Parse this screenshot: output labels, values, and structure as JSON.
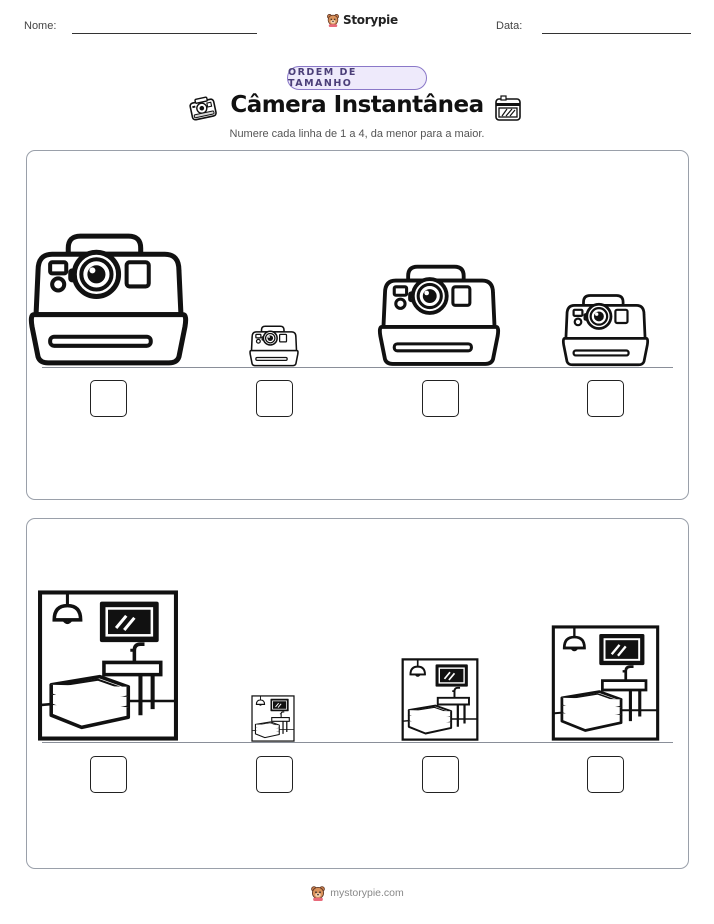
{
  "header": {
    "name_label": "Nome:",
    "date_label": "Data:",
    "brand": "Storypie"
  },
  "badge": "ORDEM DE TAMANHO",
  "title": "Câmera Instantânea",
  "subtitle": "Numere cada linha de 1 a 4, da menor para a maior.",
  "rows": [
    {
      "subject": "instant-camera",
      "items": [
        {
          "relative_size": 1.0
        },
        {
          "relative_size": 0.31
        },
        {
          "relative_size": 0.77
        },
        {
          "relative_size": 0.55
        }
      ],
      "answers": [
        "",
        "",
        "",
        ""
      ]
    },
    {
      "subject": "bathroom-scene",
      "items": [
        {
          "relative_size": 1.0
        },
        {
          "relative_size": 0.31
        },
        {
          "relative_size": 0.55
        },
        {
          "relative_size": 0.77
        }
      ],
      "answers": [
        "",
        "",
        "",
        ""
      ]
    }
  ],
  "footer": "mystorypie.com",
  "colors": {
    "badge_border": "#8a78c8",
    "badge_bg": "#eeeafb",
    "panel_border": "#9aa0aa"
  }
}
